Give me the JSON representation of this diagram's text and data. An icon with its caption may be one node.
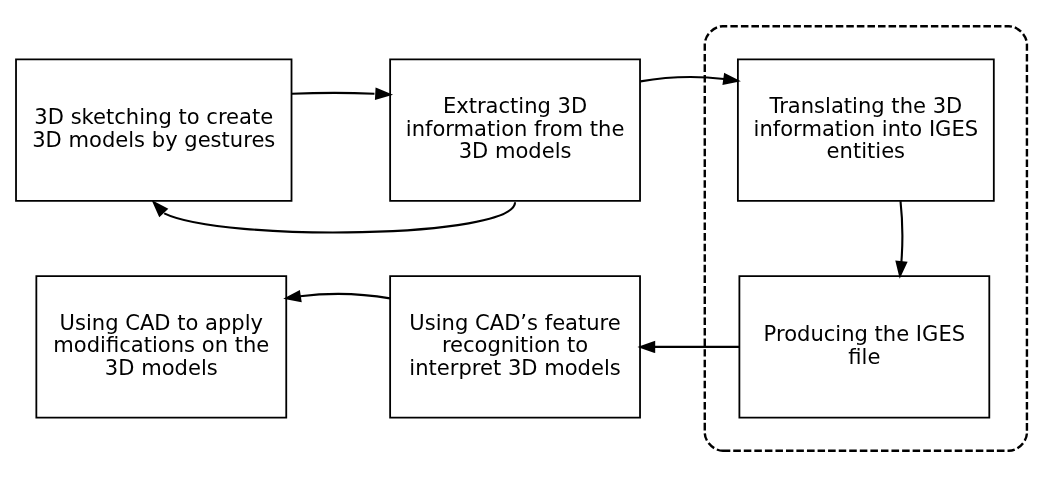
{
  "diagram": {
    "nodes": [
      {
        "text": [
          "3D sketching to create 3D models by gestures"
        ]
      },
      {
        "text": [
          "Extracting 3D information from the 3D models"
        ]
      },
      {
        "text": [],
        "shape": "box"
      },
      {
        "text": [
          "Translating the 3D information into IGES entities"
        ],
        "in": 2
      },
      {
        "text": [
          "Producing the IGES file"
        ],
        "in": 2
      },
      {
        "text": [
          "Using CAD’s feature recognition to interpret 3D models"
        ]
      },
      {
        "text": [
          "Using CAD to apply modifications on the 3D models"
        ]
      }
    ],
    "edges": [
      {
        "from": 0,
        "to": 1,
        "arrow": "to"
      },
      {
        "from": 1,
        "to": 0,
        "arrow": "to"
      },
      {
        "from": 1,
        "to": 3,
        "arrow": "to"
      },
      {
        "from": 3,
        "to": 4,
        "arrow": "to"
      },
      {
        "from": 4,
        "to": 5,
        "arrow": "to"
      },
      {
        "from": 5,
        "to": 6,
        "arrow": "to"
      }
    ]
  }
}
